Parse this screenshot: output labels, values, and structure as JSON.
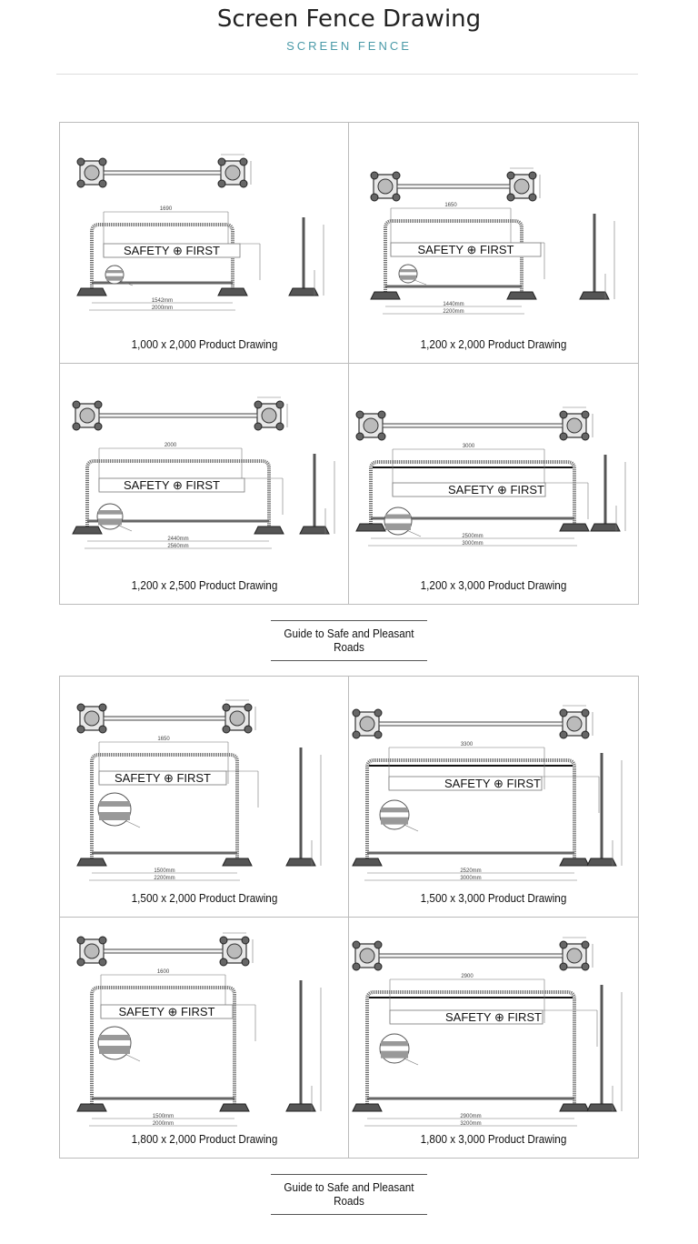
{
  "header": {
    "title": "Screen Fence Drawing",
    "subtitle": "SCREEN FENCE"
  },
  "sections": [
    {
      "guide": "Guide to Safe and Pleasant Roads",
      "drawings": [
        {
          "caption": "1,000 x 2,000 Product Drawing",
          "banner": "SAFETY ⊕ FIRST",
          "top_dim": "1690",
          "inner_dim": "1542mm",
          "outer_dim": "2000mm"
        },
        {
          "caption": "1,200 x 2,000 Product Drawing",
          "banner": "SAFETY ⊕ FIRST",
          "top_dim": "1650",
          "inner_dim": "1440mm",
          "outer_dim": "2200mm"
        },
        {
          "caption": "1,200 x 2,500 Product Drawing",
          "banner": "SAFETY ⊕ FIRST",
          "top_dim": "2000",
          "inner_dim": "2440mm",
          "outer_dim": "2560mm"
        },
        {
          "caption": "1,200 x 3,000 Product Drawing",
          "banner": "SAFETY ⊕ FIRST",
          "top_dim": "3000",
          "inner_dim": "2500mm",
          "outer_dim": "3000mm"
        }
      ]
    },
    {
      "guide": "Guide to Safe and Pleasant Roads",
      "drawings": [
        {
          "caption": "1,500 x 2,000 Product Drawing",
          "banner": "SAFETY ⊕ FIRST",
          "top_dim": "1650",
          "inner_dim": "1500mm",
          "outer_dim": "2200mm"
        },
        {
          "caption": "1,500 x 3,000 Product Drawing",
          "banner": "SAFETY ⊕ FIRST",
          "top_dim": "3300",
          "inner_dim": "2520mm",
          "outer_dim": "3000mm"
        },
        {
          "caption": "1,800 x 2,000 Product Drawing",
          "banner": "SAFETY ⊕ FIRST",
          "top_dim": "1600",
          "inner_dim": "1500mm",
          "outer_dim": "2000mm"
        },
        {
          "caption": "1,800 x 3,000 Product Drawing",
          "banner": "SAFETY ⊕ FIRST",
          "top_dim": "2900",
          "inner_dim": "2900mm",
          "outer_dim": "3200mm"
        }
      ]
    }
  ]
}
